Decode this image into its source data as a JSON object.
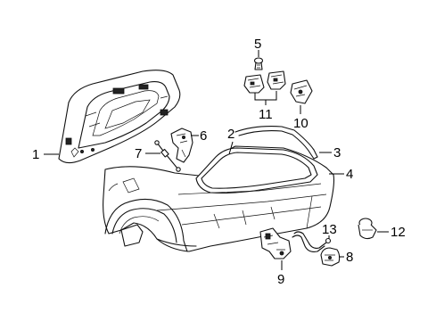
{
  "callouts": [
    {
      "id": "c1",
      "number": "1"
    },
    {
      "id": "c2",
      "number": "2"
    },
    {
      "id": "c3",
      "number": "3"
    },
    {
      "id": "c4",
      "number": "4"
    },
    {
      "id": "c5",
      "number": "5"
    },
    {
      "id": "c6",
      "number": "6"
    },
    {
      "id": "c7",
      "number": "7"
    },
    {
      "id": "c8",
      "number": "8"
    },
    {
      "id": "c9",
      "number": "9"
    },
    {
      "id": "c10",
      "number": "10"
    },
    {
      "id": "c11",
      "number": "11"
    },
    {
      "id": "c12",
      "number": "12"
    },
    {
      "id": "c13",
      "number": "13"
    }
  ]
}
